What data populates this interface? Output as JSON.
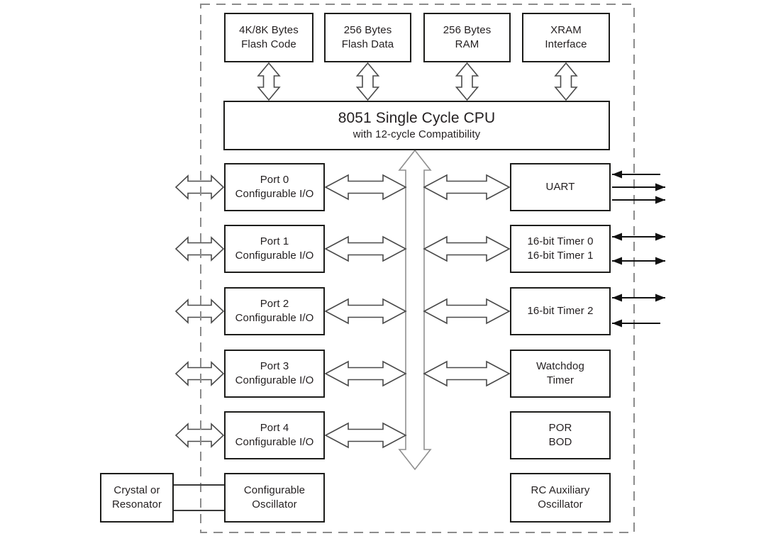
{
  "memory_row": [
    {
      "line1": "4K/8K Bytes",
      "line2": "Flash Code"
    },
    {
      "line1": "256 Bytes",
      "line2": "Flash Data"
    },
    {
      "line1": "256 Bytes",
      "line2": "RAM"
    },
    {
      "line1": "XRAM",
      "line2": "Interface"
    }
  ],
  "cpu": {
    "title": "8051 Single Cycle CPU",
    "subtitle": "with 12-cycle Compatibility"
  },
  "ports": [
    {
      "line1": "Port 0",
      "line2": "Configurable I/O"
    },
    {
      "line1": "Port 1",
      "line2": "Configurable I/O"
    },
    {
      "line1": "Port 2",
      "line2": "Configurable I/O"
    },
    {
      "line1": "Port 3",
      "line2": "Configurable I/O"
    },
    {
      "line1": "Port 4",
      "line2": "Configurable I/O"
    }
  ],
  "peripherals": [
    {
      "line1": "UART",
      "line2": ""
    },
    {
      "line1": "16-bit Timer 0",
      "line2": "16-bit Timer 1"
    },
    {
      "line1": "16-bit Timer 2",
      "line2": ""
    },
    {
      "line1": "Watchdog",
      "line2": "Timer"
    },
    {
      "line1": "POR",
      "line2": "BOD"
    },
    {
      "line1": "RC Auxiliary",
      "line2": "Oscillator"
    }
  ],
  "clock": {
    "external_box": {
      "line1": "Crystal or",
      "line2": "Resonator"
    },
    "oscillator_box": {
      "line1": "Configurable",
      "line2": "Oscillator"
    }
  },
  "colors": {
    "background": "#ffffff",
    "box_border": "#1d1d1b",
    "text": "#231f20",
    "hollow_arrow_stroke": "#4a4a4a",
    "bus_stroke": "#8f8f8f",
    "thin_arrow": "#111111",
    "dashed_border": "#8c8c8c",
    "wire": "#3a3a3a"
  }
}
